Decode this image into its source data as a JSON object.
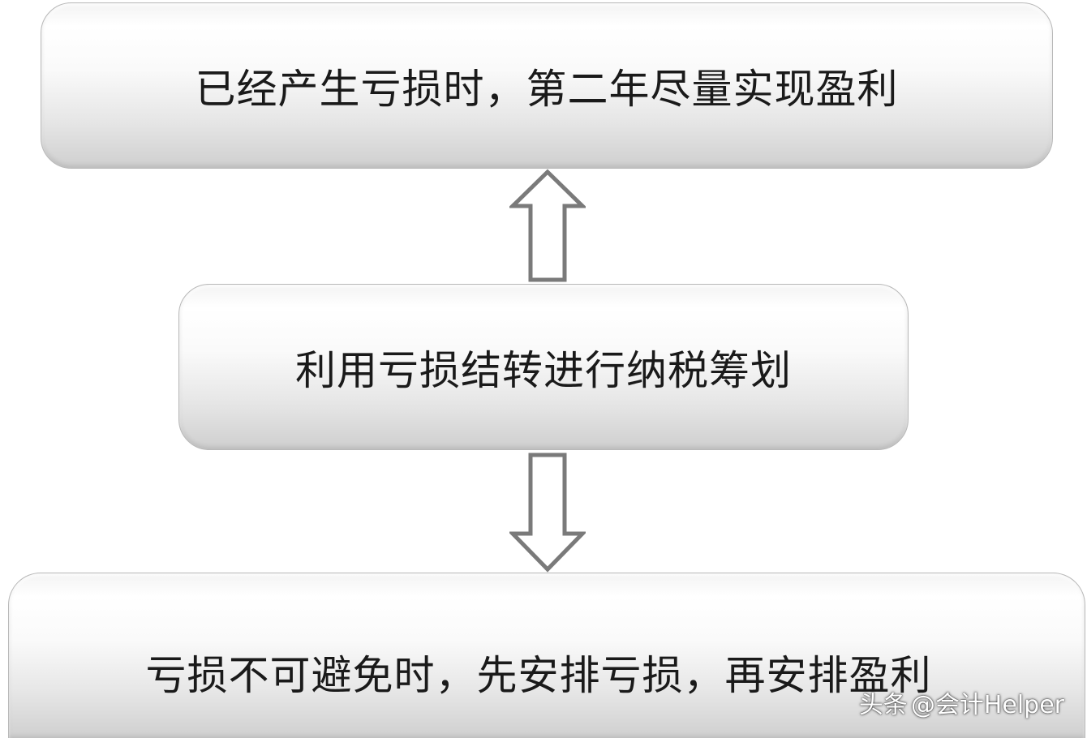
{
  "flowchart": {
    "top_box": {
      "label": "已经产生亏损时，第二年尽量实现盈利"
    },
    "middle_box": {
      "label": "利用亏损结转进行纳税筹划"
    },
    "bottom_box": {
      "label": "亏损不可避免时，先安排亏损，再安排盈利"
    },
    "arrows": [
      {
        "from": "middle_box",
        "to": "top_box",
        "direction": "up",
        "style": "hollow-block-arrow"
      },
      {
        "from": "middle_box",
        "to": "bottom_box",
        "direction": "down",
        "style": "hollow-block-arrow"
      }
    ]
  },
  "watermark": {
    "platform": "头条",
    "handle": "@会计Helper"
  },
  "colors": {
    "box_fill_light": "#ffffff",
    "box_fill_dark": "#cfcfcf",
    "arrow_stroke": "#7a7a7a",
    "text": "#1a1a1a"
  }
}
